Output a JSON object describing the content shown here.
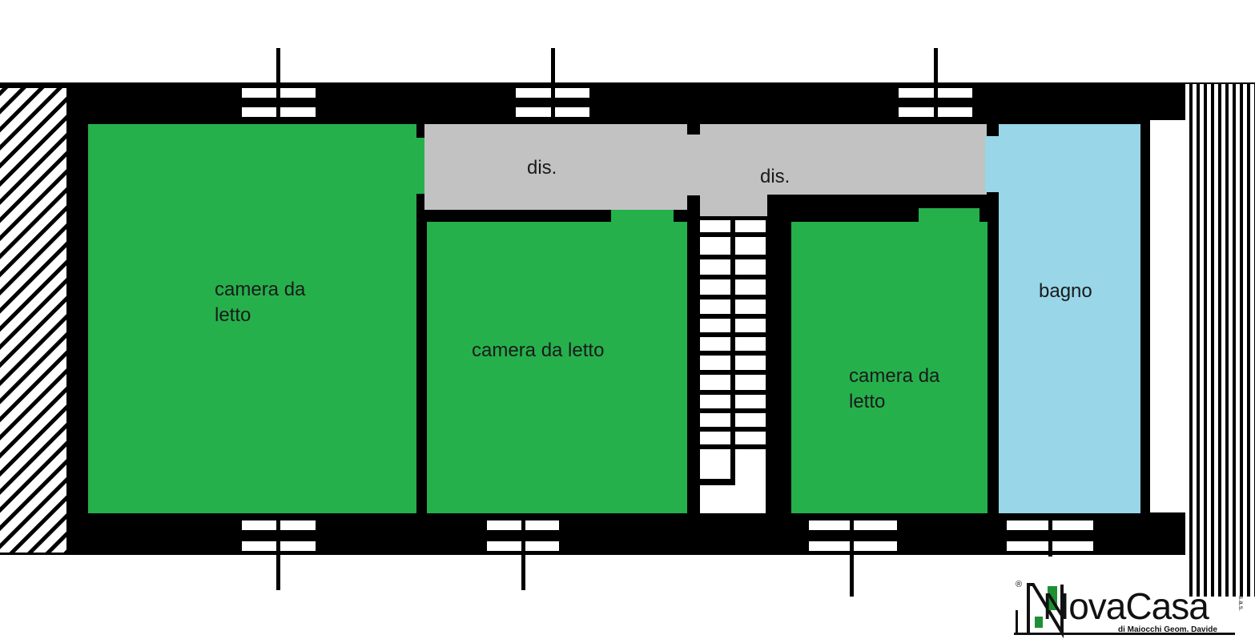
{
  "colors": {
    "bedroom": "#25b04c",
    "corridor": "#c2c2c2",
    "bathroom": "#98d6e8",
    "wall": "#000000",
    "background": "#ffffff"
  },
  "rooms": {
    "bedroom_1": {
      "label": "camera da\nletto"
    },
    "bedroom_2": {
      "label": "camera da letto"
    },
    "bedroom_3": {
      "label": "camera da\nletto"
    },
    "corridor_1": {
      "label": "dis."
    },
    "corridor_2": {
      "label": "dis."
    },
    "bathroom": {
      "label": "bagno"
    }
  },
  "logo": {
    "brand": "NovaCasa",
    "subtitle": "di Maiocchi Geom. Davide",
    "registered": "®",
    "suffix": "s.a.s."
  }
}
